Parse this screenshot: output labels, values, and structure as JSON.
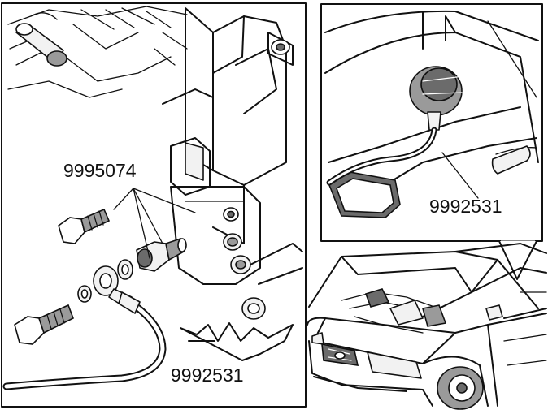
{
  "labels": {
    "tool_top_left": "9995074",
    "tool_bottom_left": "9992531",
    "tool_inset": "9992531"
  },
  "colors": {
    "line": "#111111",
    "background": "#ffffff",
    "shade_dark": "#6b6b6b",
    "shade_mid": "#9a9a9a"
  }
}
